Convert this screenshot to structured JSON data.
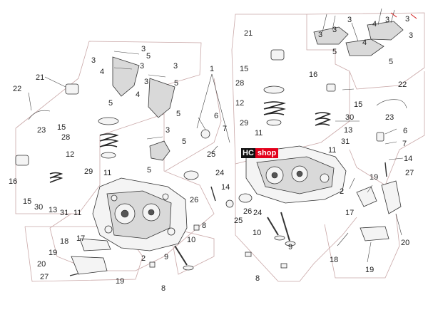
{
  "logo": {
    "part1": "HC",
    "part2": "shop"
  },
  "callouts": {
    "c1": "1",
    "c2": "2",
    "c3": "3",
    "c4": "4",
    "c5": "5",
    "c6": "6",
    "c7": "7",
    "c8": "8",
    "c9": "9",
    "c10": "10",
    "c11": "11",
    "c12": "12",
    "c13": "13",
    "c14": "14",
    "c15": "15",
    "c16": "16",
    "c17": "17",
    "c18": "18",
    "c19": "19",
    "c20": "20",
    "c21": "21",
    "c22": "22",
    "c23": "23",
    "c24": "24",
    "c25": "25",
    "c26": "26",
    "c27": "27",
    "c28": "28",
    "c29": "29",
    "c30": "30",
    "c31": "31"
  },
  "colors": {
    "fence": "#c9a7a7",
    "logo_red": "#e3001b",
    "ink": "#222222"
  }
}
